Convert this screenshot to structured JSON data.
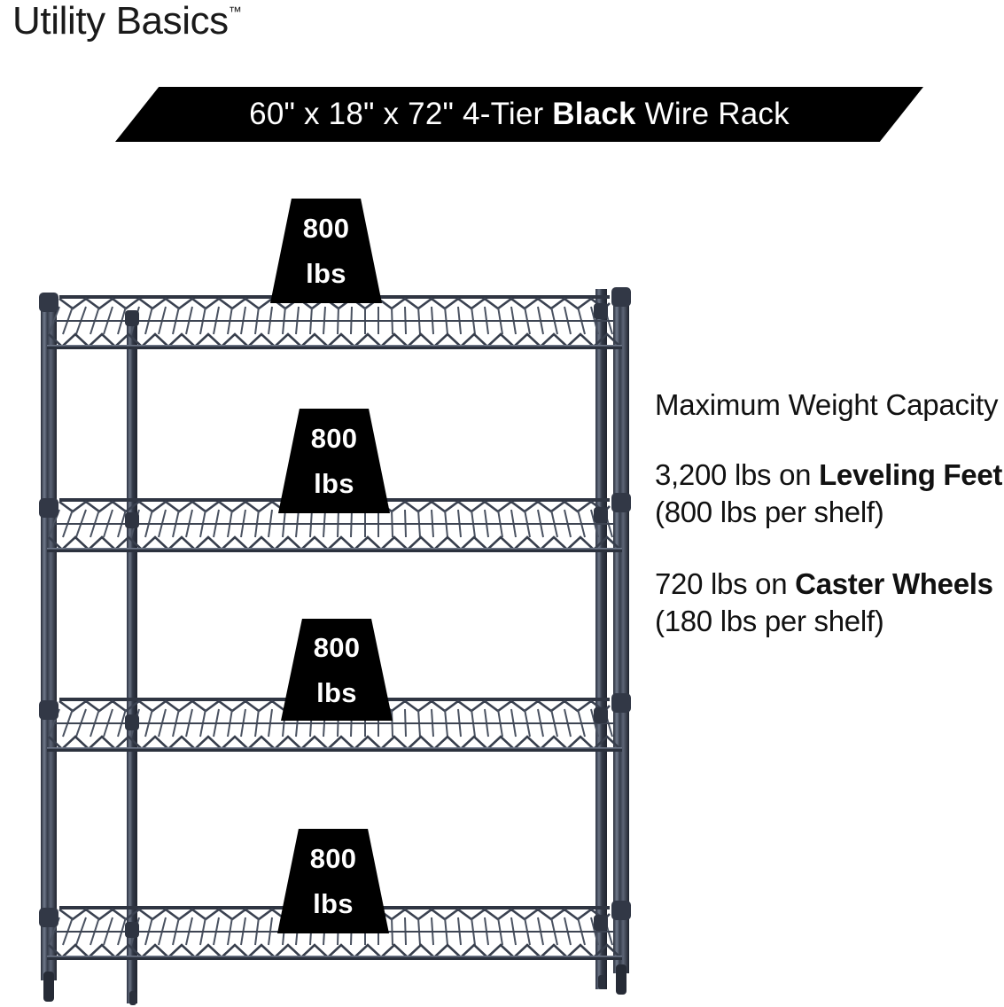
{
  "brand": {
    "name": "Utility Basics",
    "trademark": "™"
  },
  "banner": {
    "text_plain": "60\" x 18\" x 72\" 4-Tier Black Wire Rack",
    "before_bold": "60\" x 18\" x 72\" 4-Tier ",
    "bold": "Black",
    "after_bold": " Wire Rack",
    "background_color": "#000000",
    "text_color": "#ffffff"
  },
  "info": {
    "heading": "Maximum Weight Capacity",
    "paragraphs": [
      {
        "before_bold": "3,200 lbs on ",
        "bold": "Leveling Feet",
        "after_bold": " (800 lbs per shelf)",
        "plain": "3,200 lbs on Leveling Feet (800 lbs per shelf)"
      },
      {
        "before_bold": "720 lbs on ",
        "bold": "Caster Wheels",
        "after_bold": " (180 lbs per shelf)",
        "plain": "720 lbs on Caster Wheels (180 lbs per shelf)"
      }
    ],
    "text_color": "#111111"
  },
  "product": {
    "tiers": 4,
    "color_name": "Black",
    "frame_color": "#343a48",
    "frame_highlight": "#6f7788",
    "width_in": 60,
    "depth_in": 18,
    "height_in": 72
  },
  "badges": [
    {
      "number": "800",
      "unit": "lbs"
    },
    {
      "number": "800",
      "unit": "lbs"
    },
    {
      "number": "800",
      "unit": "lbs"
    },
    {
      "number": "800",
      "unit": "lbs"
    }
  ]
}
